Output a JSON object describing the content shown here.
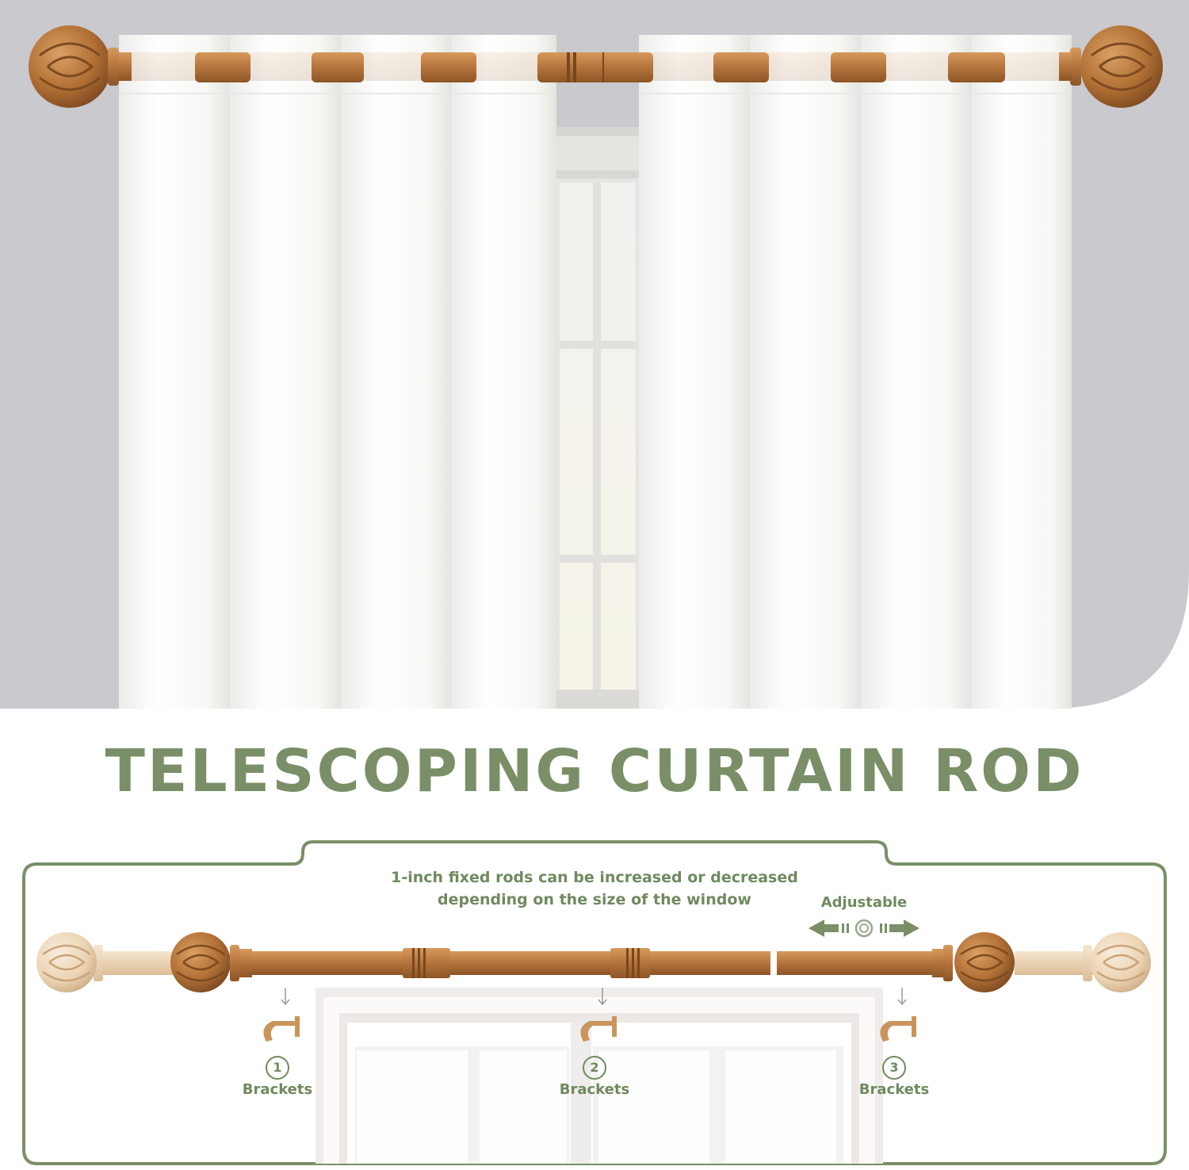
{
  "headline": "TELESCOPING CURTAIN ROD",
  "rod_note": {
    "line1": "1-inch fixed rods can be increased or decreased",
    "line2": "depending on the size of the window"
  },
  "adjustable_label": "Adjustable",
  "brackets": [
    {
      "number": "1",
      "label": "Brackets"
    },
    {
      "number": "2",
      "label": "Brackets"
    },
    {
      "number": "3",
      "label": "Brackets"
    }
  ],
  "icons": {
    "left_arrow": "arrow-left-icon",
    "right_arrow": "arrow-right-icon",
    "center": "circle-target-icon",
    "down_arrow": "arrow-down-icon"
  },
  "colors": {
    "accent_green": "#7a8f67",
    "text_green": "#6f8a5e",
    "wood": "#b8773f",
    "wood_dark": "#8d5526",
    "wood_light": "#e9d2b2",
    "wall_gray": "#c9c9ce",
    "curtain_white": "#fbfbf8"
  }
}
